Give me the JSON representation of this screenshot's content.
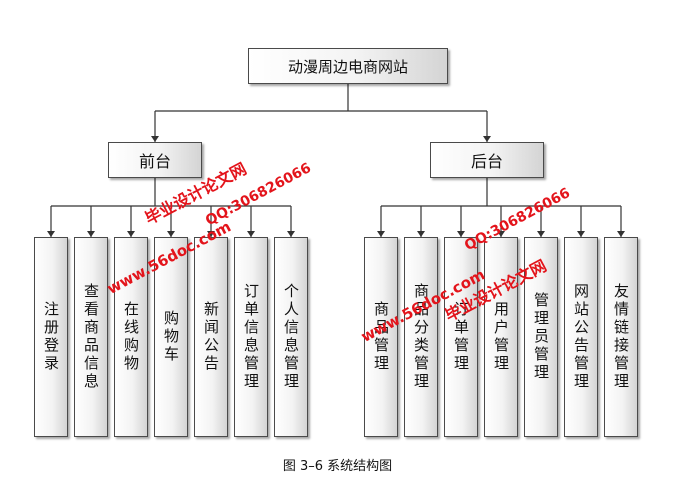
{
  "root": {
    "label": "动漫周边电商网站"
  },
  "branches": [
    {
      "label": "前台",
      "children": [
        "注册登录",
        "查看商品信息",
        "在线购物",
        "购物车",
        "新闻公告",
        "订单信息管理",
        "个人信息管理"
      ]
    },
    {
      "label": "后台",
      "children": [
        "商品管理",
        "商品分类管理",
        "订单管理",
        "用户管理",
        "管理员管理",
        "网站公告管理",
        "友情链接管理"
      ]
    }
  ],
  "caption": "图 3–6 系统结构图",
  "watermarks": [
    "毕业设计论文网",
    "www.56doc.com",
    "QQ:306826066"
  ],
  "colors": {
    "line": "#333333",
    "border": "#4a4a4a",
    "watermark": "#e3141b"
  }
}
